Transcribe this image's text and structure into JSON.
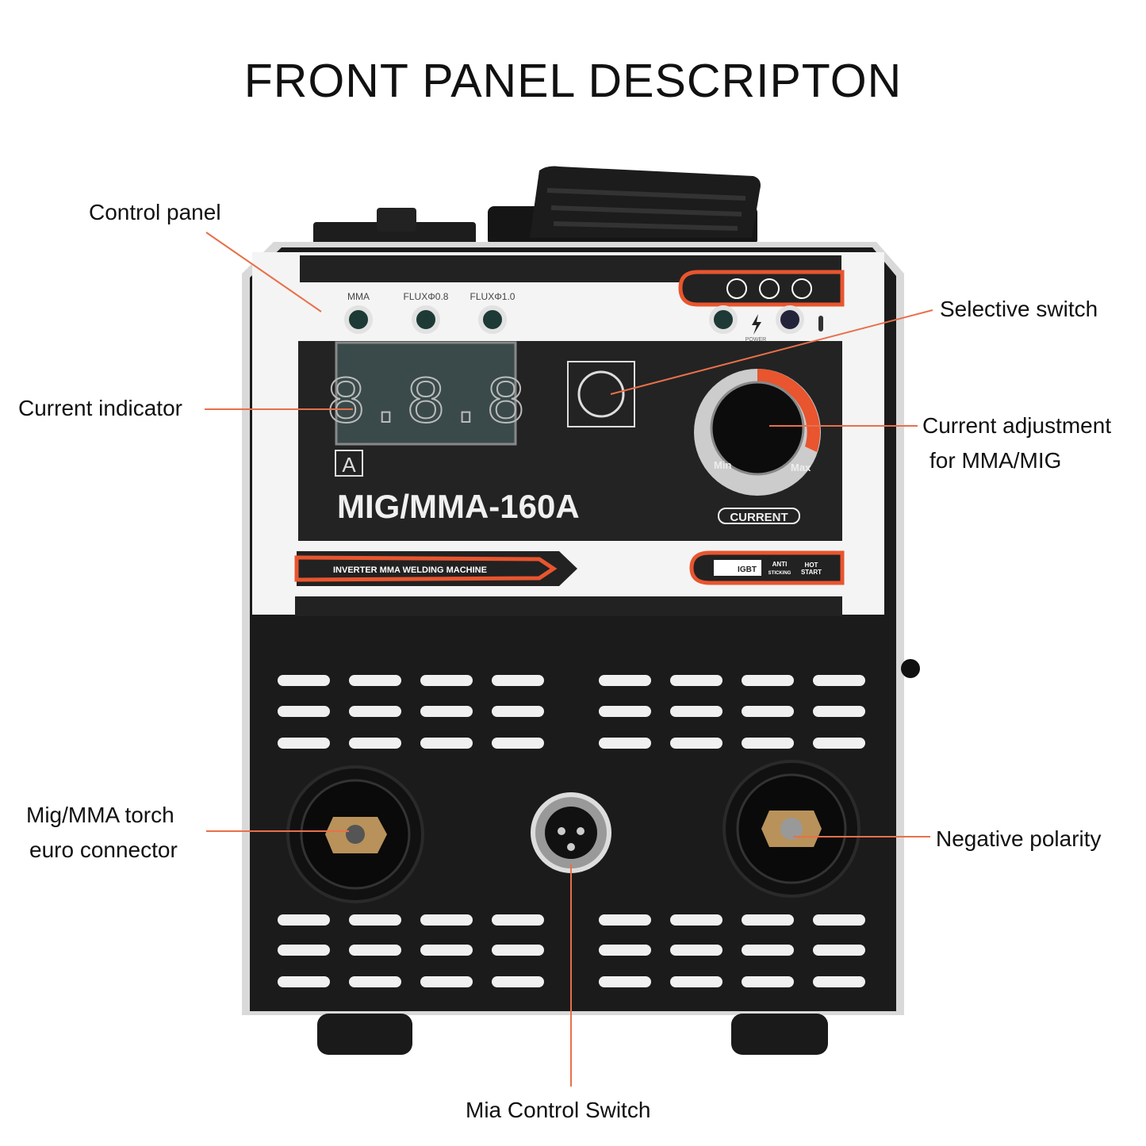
{
  "title": "FRONT PANEL DESCRIPTON",
  "callouts": {
    "control_panel": "Control panel",
    "current_indicator": "Current indicator",
    "selective_switch": "Selective switch",
    "current_adjustment_line1": "Current adjustment",
    "current_adjustment_line2": "for MMA/MIG",
    "torch_line1": "Mig/MMA torch",
    "torch_line2": "euro connector",
    "negative_polarity": "Negative polarity",
    "control_switch": "Mia Control Switch"
  },
  "panel": {
    "modes": [
      "MMA",
      "FLUXΦ0.8",
      "FLUXΦ1.0"
    ],
    "power_label": "POWER",
    "display": "8.8.8",
    "unit": "A",
    "model": "MIG/MMA-160A",
    "knob_min": "Min",
    "knob_max": "Max",
    "knob_label": "CURRENT",
    "banner": "INVERTER MMA WELDING MACHINE",
    "badges": [
      "IGBT",
      "ANTI",
      "STICKING",
      "HOT",
      "START"
    ]
  },
  "colors": {
    "accent": "#e8552e",
    "leader_line": "#e8704a",
    "body": "#1a1a1a",
    "panel_white": "#f4f4f4"
  }
}
